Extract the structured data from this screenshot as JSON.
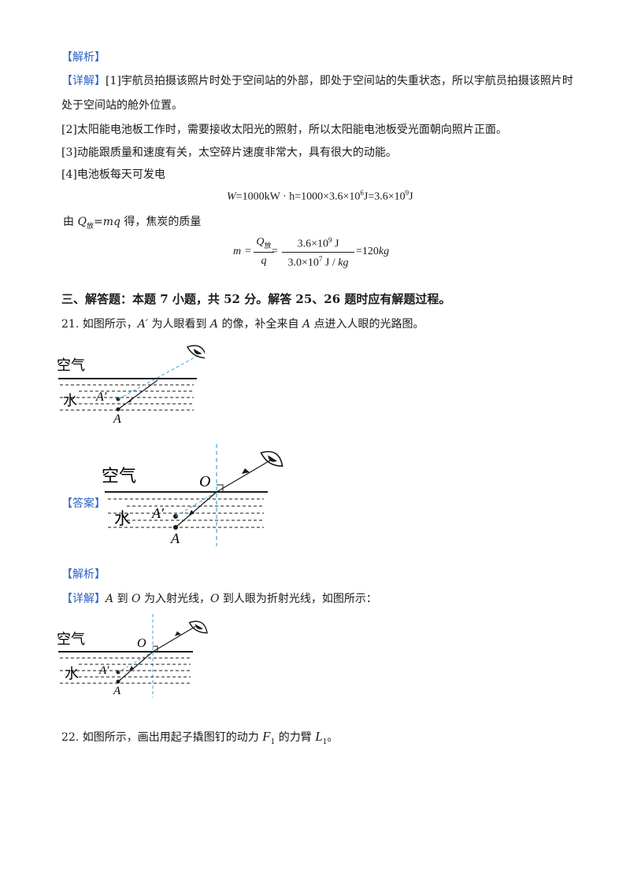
{
  "analysis_tag_1": "【解析】",
  "detail_1": {
    "tag": "【详解】",
    "line1": "[1]宇航员拍摄该照片时处于空间站的外部，即处于空间站的失重状态，所以宇航员拍摄该照片时",
    "line2": "处于空间站的舱外位置。"
  },
  "point2": "[2]太阳能电池板工作时，需要接收太阳光的照射，所以太阳能电池板受光面朝向照片正面。",
  "point3": "[3]动能跟质量和速度有关，太空碎片速度非常大，具有很大的动能。",
  "point4": "[4]电池板每天可发电",
  "formula_w": {
    "w": "W",
    "eq": "=1000kW · h=1000×3.6×10",
    "exp1": "6",
    "mid": "J=3.6×10",
    "exp2": "9",
    "unit": "J"
  },
  "q_line": {
    "pre": "由 ",
    "q": "Q",
    "sub": "放",
    "mid": "=",
    "mq": "mq",
    "post": " 得，焦炭的质量"
  },
  "formula_m": {
    "m": "m",
    "eq1": "=",
    "qnum": "Q",
    "qsub": "放",
    "qden": "q",
    "eq2": "=",
    "num": "3.6×10",
    "num_exp": "9",
    "num_unit": " J",
    "den": "3.0×10",
    "den_exp": "7",
    "den_unit": " J / ",
    "den_kg": "kg",
    "result": "=120",
    "result_unit": "kg"
  },
  "section3_heading": "三、解答题：本题 7 小题，共 52 分。解答 25、26 题时应有解题过程。",
  "q21": {
    "pre": "21. 如图所示，",
    "a_prime": "A′",
    "mid": " 为人眼看到 ",
    "a": "A",
    "post": " 的像，补全来自 ",
    "a2": "A",
    "post2": " 点进入人眼的光路图。"
  },
  "figure_labels": {
    "air": "空气",
    "water": "水",
    "a_prime": "A′",
    "a": "A",
    "o": "O"
  },
  "answer_tag": "【答案】",
  "analysis_tag_2": "【解析】",
  "detail_2": {
    "tag": "【详解】",
    "a": "A",
    "t1": " 到 ",
    "o": "O",
    "t2": " 为入射光线，",
    "o2": "O",
    "t3": " 到人眼为折射光线，如图所示："
  },
  "q22": {
    "pre": "22. 如图所示，画出用起子撬图钉的动力 ",
    "f": "F",
    "fsub": "1",
    "mid": " 的力臂 ",
    "l": "L",
    "lsub": "1",
    "post": "。"
  },
  "colors": {
    "tag": "#2b62c7",
    "dash": "#3fa7d8",
    "ink": "#1a1a1a"
  }
}
